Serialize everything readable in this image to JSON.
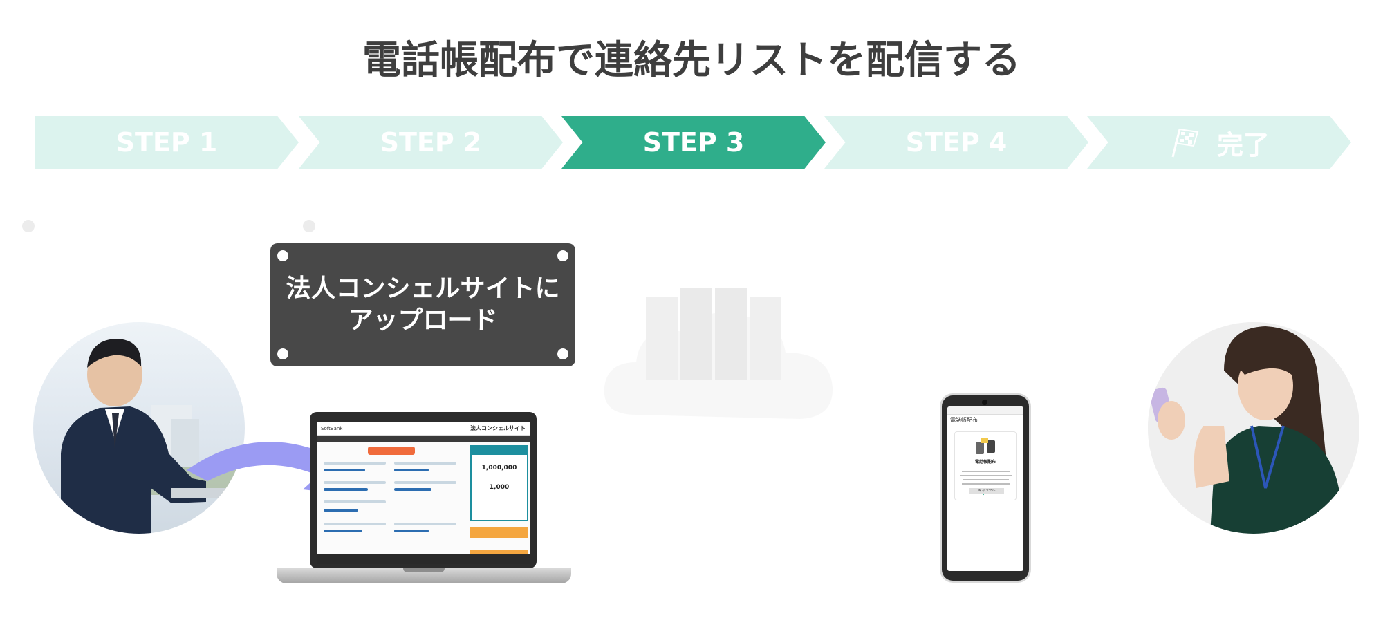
{
  "title": "電話帳配布で連絡先リストを配信する",
  "steps": [
    {
      "label": "STEP 1",
      "state": "inactive"
    },
    {
      "label": "STEP 2",
      "state": "inactive"
    },
    {
      "label": "STEP 3",
      "state": "active"
    },
    {
      "label": "STEP 4",
      "state": "inactive"
    },
    {
      "label": "完了",
      "state": "inactive",
      "icon": "checkered-flag-icon"
    }
  ],
  "upload_board": {
    "line1": "法人コンシェルサイトに",
    "line2": "アップロード"
  },
  "laptop": {
    "brand": "SoftBank",
    "site_name": "法人コンシェルサイト",
    "value1": "1,000,000",
    "value2": "1,000"
  },
  "phone": {
    "app_title": "電話帳配布",
    "dialog_title": "電話帳配布",
    "cancel_label": "キャンセル"
  },
  "colors": {
    "active_step": "#2fae8b",
    "inactive_step": "#dcf3ee",
    "board": "#484848",
    "arrow": "#9b9bf3"
  }
}
